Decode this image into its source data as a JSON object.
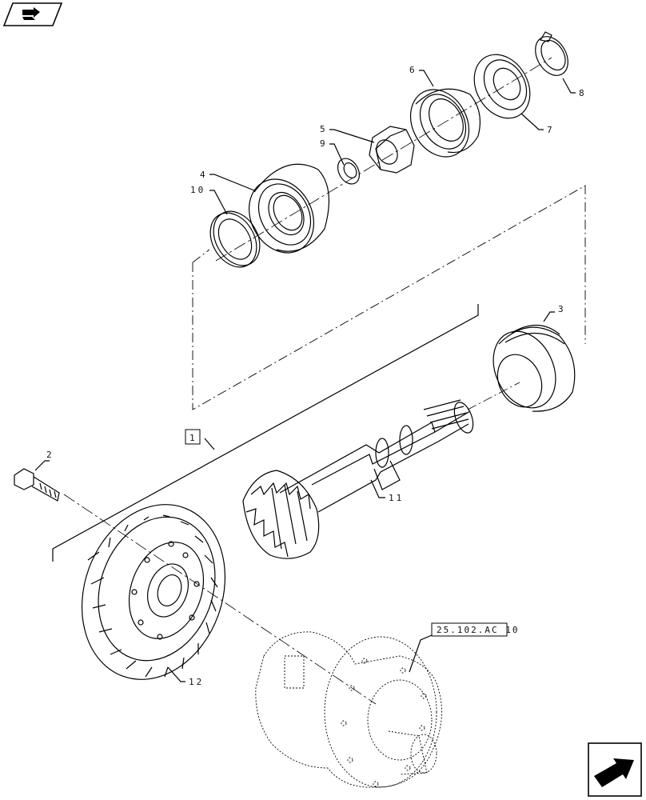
{
  "diagram": {
    "labels": {
      "l1": "1",
      "l2": "2",
      "l3": "3",
      "l4": "4",
      "l5": "5",
      "l6": "6",
      "l7": "7",
      "l8": "8",
      "l9": "9",
      "l10": "10",
      "l11": "11",
      "l12": "12"
    },
    "reference": "25.102.AC 10"
  },
  "nav": {
    "top_icon": "book-arrow-icon",
    "bottom_icon": "next-page-arrow-icon"
  }
}
